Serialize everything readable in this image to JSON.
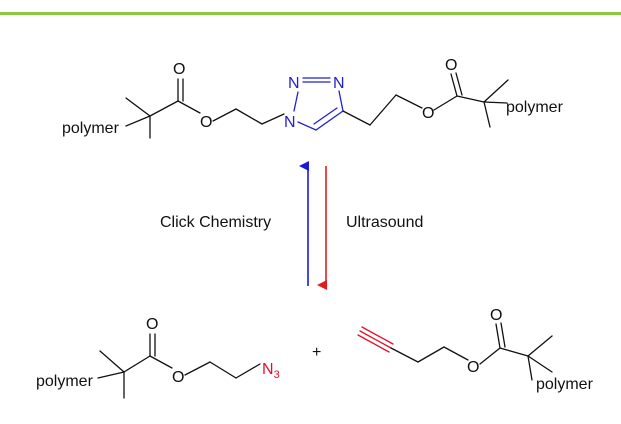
{
  "colors": {
    "top_rule": "#8dc63f",
    "bond": "#111111",
    "triazole": "#2222cc",
    "azide": "#e0102a",
    "alkyne": "#e0102a",
    "arrow_forward": "#1a1ad6",
    "arrow_reverse": "#e31b1b"
  },
  "labels": {
    "click": "Click Chemistry",
    "ultrasound": "Ultrasound",
    "plus": "+"
  },
  "atoms": {
    "polymer": "polymer",
    "oxygen": "O",
    "nitrogen": "N",
    "azide_n": "N",
    "azide_sub": "3"
  }
}
